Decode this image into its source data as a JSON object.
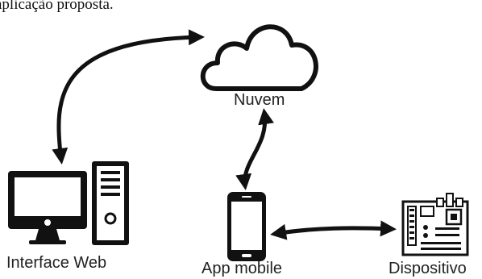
{
  "caption": "aplicação proposta.",
  "labels": {
    "cloud": "Nuvem",
    "web": "Interface Web",
    "app": "App mobile",
    "device": "Dispositivo"
  },
  "colors": {
    "ink": "#111111",
    "label": "#222222",
    "background": "#ffffff"
  },
  "icons": [
    "cloud-icon",
    "monitor-icon",
    "computer-tower-icon",
    "smartphone-icon",
    "circuit-board-icon"
  ],
  "connections": [
    {
      "from": "Interface Web",
      "to": "Nuvem",
      "direction": "both"
    },
    {
      "from": "App mobile",
      "to": "Nuvem",
      "direction": "both"
    },
    {
      "from": "App mobile",
      "to": "Dispositivo",
      "direction": "both"
    }
  ]
}
